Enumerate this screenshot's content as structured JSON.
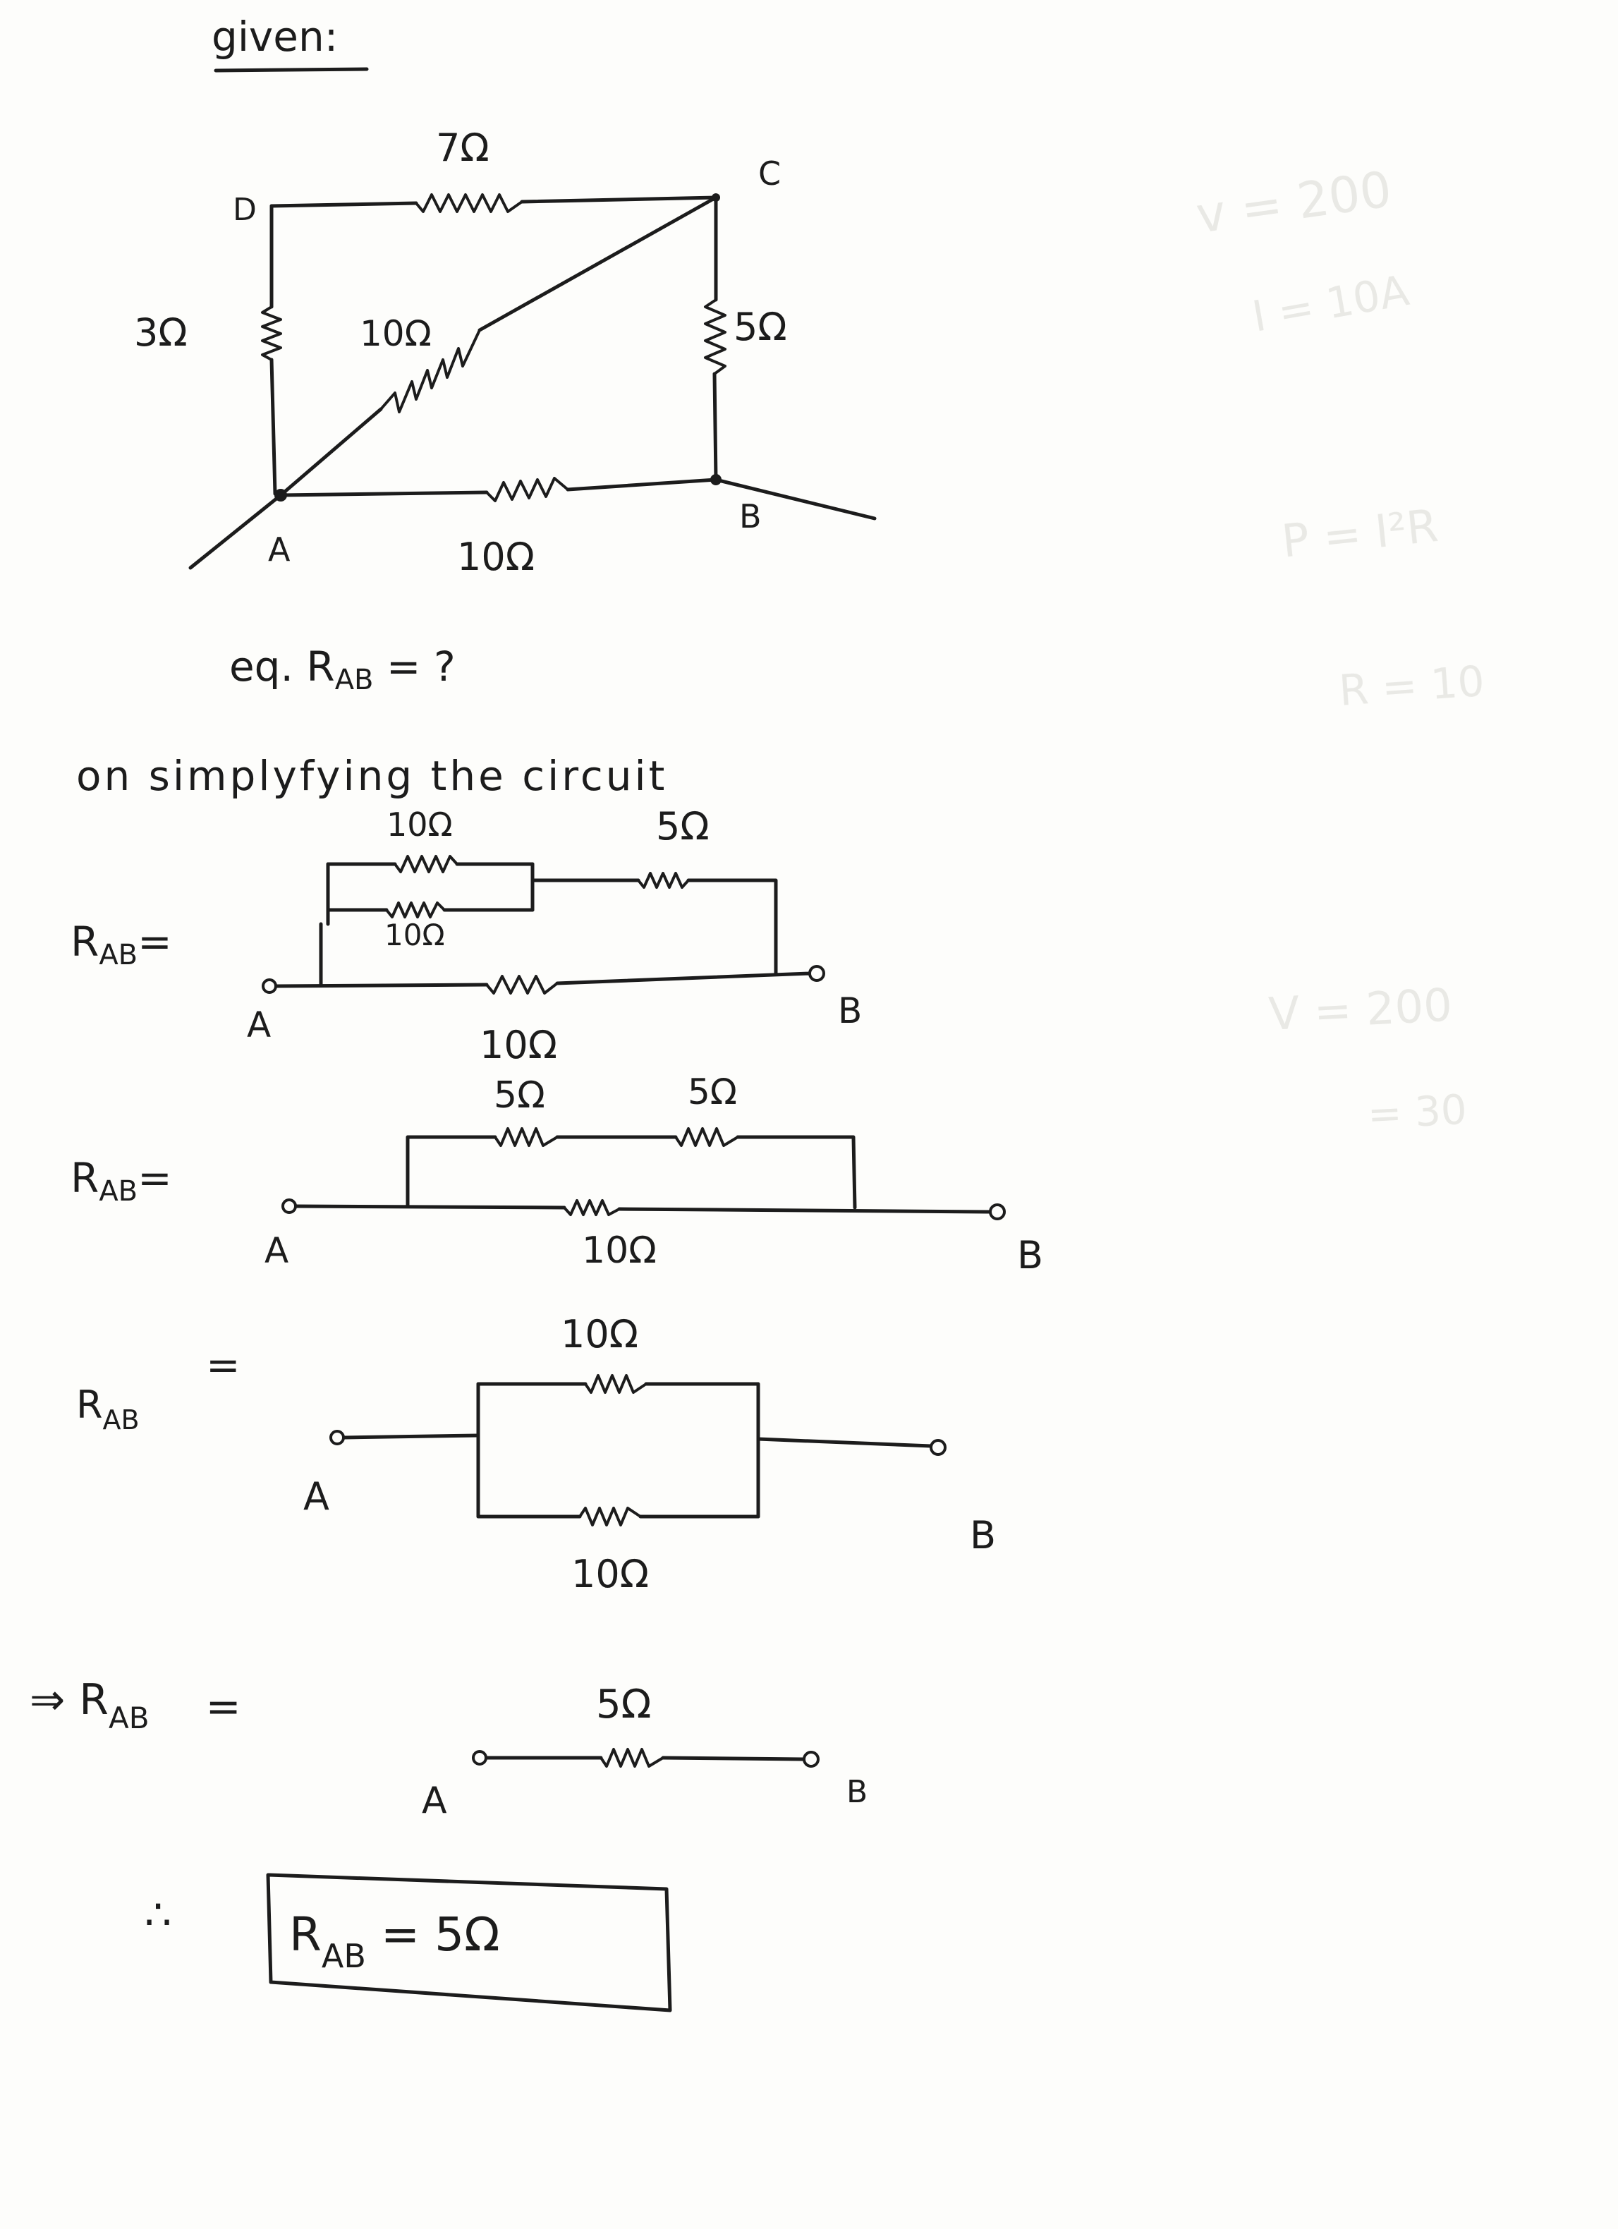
{
  "heading": "given:",
  "given_circuit": {
    "nodes": {
      "a": "A",
      "b": "B",
      "c": "C",
      "d": "D"
    },
    "top_resistor": "7Ω",
    "left_resistor": "3Ω",
    "right_resistor": "5Ω",
    "diagonal_resistor": "10Ω",
    "bottom_resistor": "10Ω"
  },
  "question": {
    "prefix": "eq.",
    "r": "R",
    "sub": "AB",
    "rest": " = ?"
  },
  "simplify_note": "on simplyfying the circuit",
  "step1": {
    "lhs": {
      "r": "R",
      "sub": "AB",
      "eq": "="
    },
    "upper_parallel_top": "10Ω",
    "upper_parallel_bottom": "10Ω",
    "series_right": "5Ω",
    "bottom": "10Ω",
    "a": "A",
    "b": "B"
  },
  "step2": {
    "lhs": {
      "r": "R",
      "sub": "AB",
      "eq": "="
    },
    "top_left": "5Ω",
    "top_right": "5Ω",
    "bottom": "10Ω",
    "a": "A",
    "b": "B"
  },
  "step3": {
    "lhs": {
      "r": "R",
      "sub": "AB",
      "eq": "="
    },
    "top": "10Ω",
    "bottom": "10Ω",
    "a": "A",
    "b": "B"
  },
  "step4": {
    "lhs": {
      "arrow": "⇒",
      "r": "R",
      "sub": "AB",
      "eq": "="
    },
    "resistor": "5Ω",
    "a": "A",
    "b": "B"
  },
  "result": {
    "therefore": "∴",
    "r": "R",
    "sub": "AB",
    "rest": " = 5Ω"
  },
  "colors": {
    "ink": "#1c1c1c",
    "paper": "#fdfdfb"
  }
}
